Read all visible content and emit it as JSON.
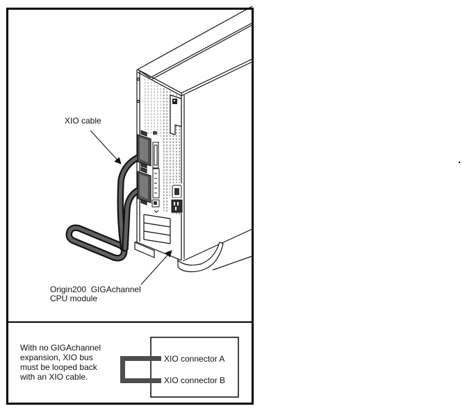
{
  "figure": {
    "labels": {
      "xio_cable": "XIO cable",
      "module_line1": "Origin200  GIGAchannel",
      "module_line2": "CPU module"
    },
    "caption_lines": [
      "With no GIGAchannel",
      "expansion, XIO bus",
      "must be looped back",
      "with an XIO cable."
    ],
    "connector_box": {
      "connector_a": "XIO connector A",
      "connector_b": "XIO connector B"
    },
    "colors": {
      "line": "#111111",
      "cable_fill": "#616161",
      "loop_cable": "#4d4d4d",
      "vent_light": "#bdbdbd",
      "vent_dark": "#8f8f8f"
    }
  }
}
